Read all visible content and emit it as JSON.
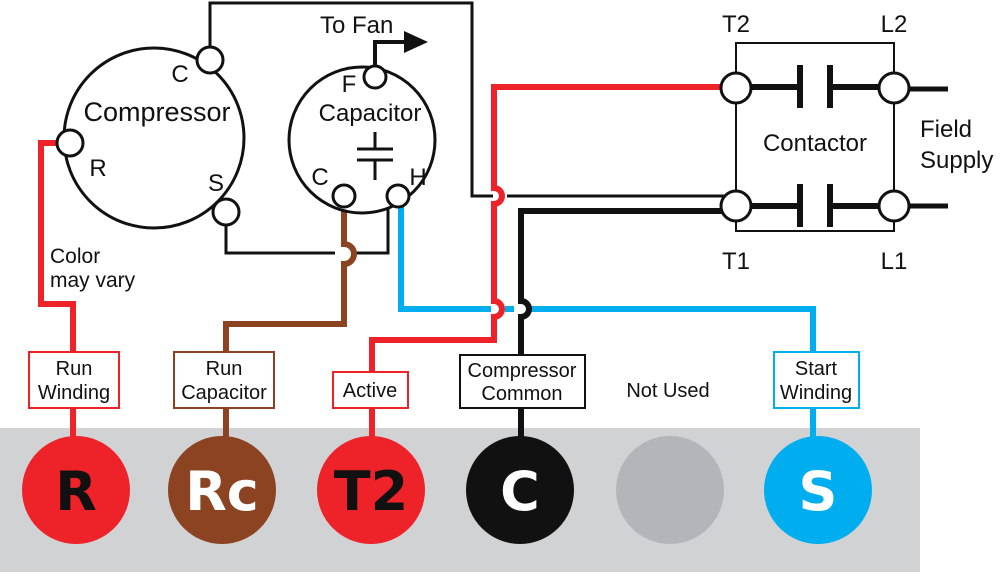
{
  "colors": {
    "red": "#ee2229",
    "brown": "#8b4321",
    "black": "#111111",
    "blue": "#00aeef",
    "gray": "#b3b5b8",
    "panel": "#d1d2d4"
  },
  "compressor": {
    "label": "Compressor",
    "pin_c": "C",
    "pin_r": "R",
    "pin_s": "S"
  },
  "capacitor": {
    "label": "Capacitor",
    "pin_f": "F",
    "pin_c": "C",
    "pin_h": "H"
  },
  "fan": {
    "label": "To Fan"
  },
  "contactor": {
    "label": "Contactor",
    "t2": "T2",
    "l2": "L2",
    "t1": "T1",
    "l1": "L1"
  },
  "field_supply": {
    "line1": "Field",
    "line2": "Supply"
  },
  "note": {
    "line1": "Color",
    "line2": "may vary"
  },
  "terminals": [
    {
      "letter": "R",
      "label_lines": [
        "Run",
        "Winding"
      ],
      "color": "#ee2229"
    },
    {
      "letter": "Rc",
      "label_lines": [
        "Run",
        "Capacitor"
      ],
      "color": "#8b4321"
    },
    {
      "letter": "T2",
      "label_lines": [
        "Active"
      ],
      "color": "#ee2229"
    },
    {
      "letter": "C",
      "label_lines": [
        "Compressor",
        "Common"
      ],
      "color": "#111111"
    },
    {
      "letter": "",
      "label_lines": [
        "Not Used"
      ],
      "color": "#b3b5b8"
    },
    {
      "letter": "S",
      "label_lines": [
        "Start",
        "Winding"
      ],
      "color": "#00aeef"
    }
  ]
}
